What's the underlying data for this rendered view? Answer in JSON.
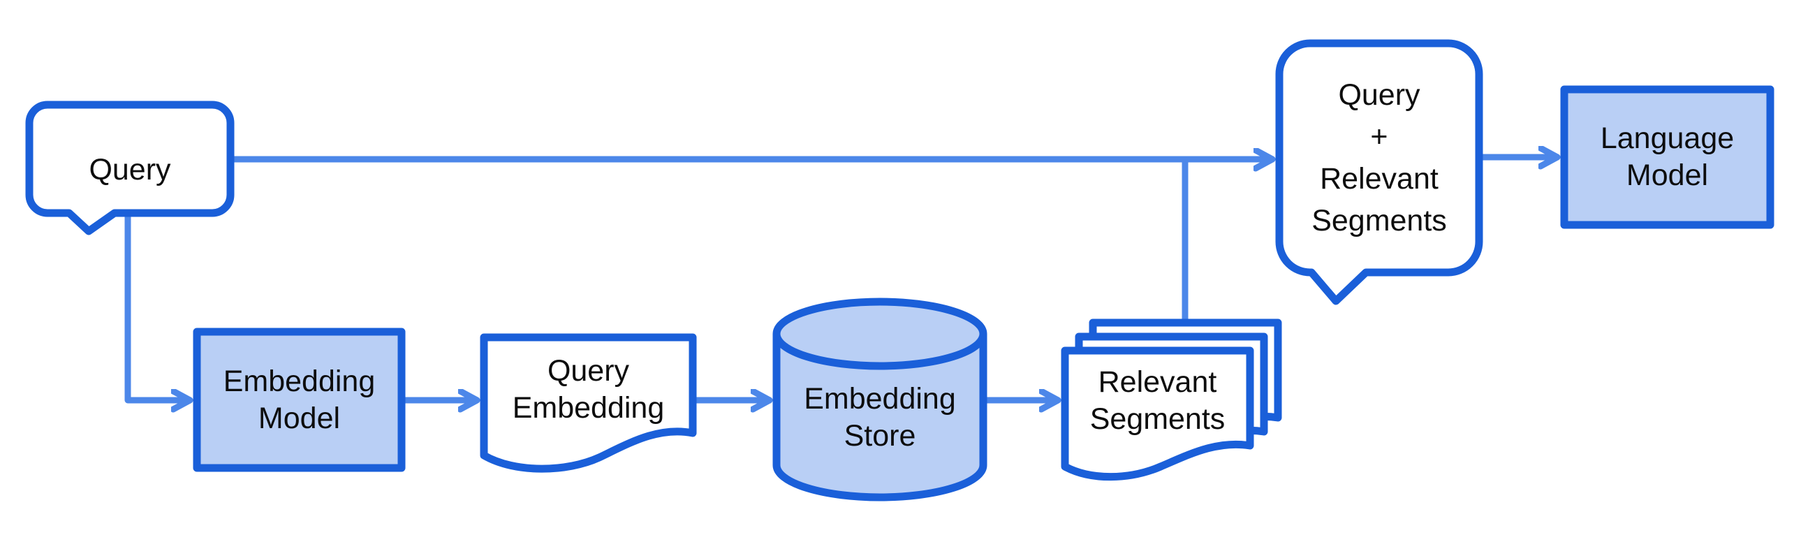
{
  "colors": {
    "shape_border": "#1A5FD9",
    "connector": "#4C87E9",
    "node_fill_blue": "#B9CFF5",
    "node_fill_white": "#FFFFFF",
    "text": "#0D0D0D"
  },
  "nodes": {
    "query": {
      "label": "Query",
      "shape": "speech-bubble",
      "fill": "white"
    },
    "embedding_model": {
      "label": "Embedding\nModel",
      "shape": "rectangle",
      "fill": "blue"
    },
    "query_embedding": {
      "label": "Query\nEmbedding",
      "shape": "document",
      "fill": "white"
    },
    "embedding_store": {
      "label": "Embedding\nStore",
      "shape": "cylinder",
      "fill": "blue"
    },
    "relevant_segments": {
      "label": "Relevant\nSegments",
      "shape": "stacked-documents",
      "fill": "white"
    },
    "query_plus_relevant_segments": {
      "label": "Query\n+\nRelevant\nSegments",
      "shape": "speech-bubble",
      "fill": "white"
    },
    "language_model": {
      "label": "Language\nModel",
      "shape": "rectangle",
      "fill": "blue"
    }
  },
  "edges": [
    {
      "from": "query",
      "to": "query_plus_relevant_segments",
      "type": "arrow"
    },
    {
      "from": "query",
      "to": "embedding_model",
      "type": "arrow"
    },
    {
      "from": "embedding_model",
      "to": "query_embedding",
      "type": "arrow"
    },
    {
      "from": "query_embedding",
      "to": "embedding_store",
      "type": "arrow"
    },
    {
      "from": "embedding_store",
      "to": "relevant_segments",
      "type": "arrow"
    },
    {
      "from": "relevant_segments",
      "to": "query_plus_relevant_segments",
      "type": "line-join"
    },
    {
      "from": "query_plus_relevant_segments",
      "to": "language_model",
      "type": "arrow"
    }
  ]
}
